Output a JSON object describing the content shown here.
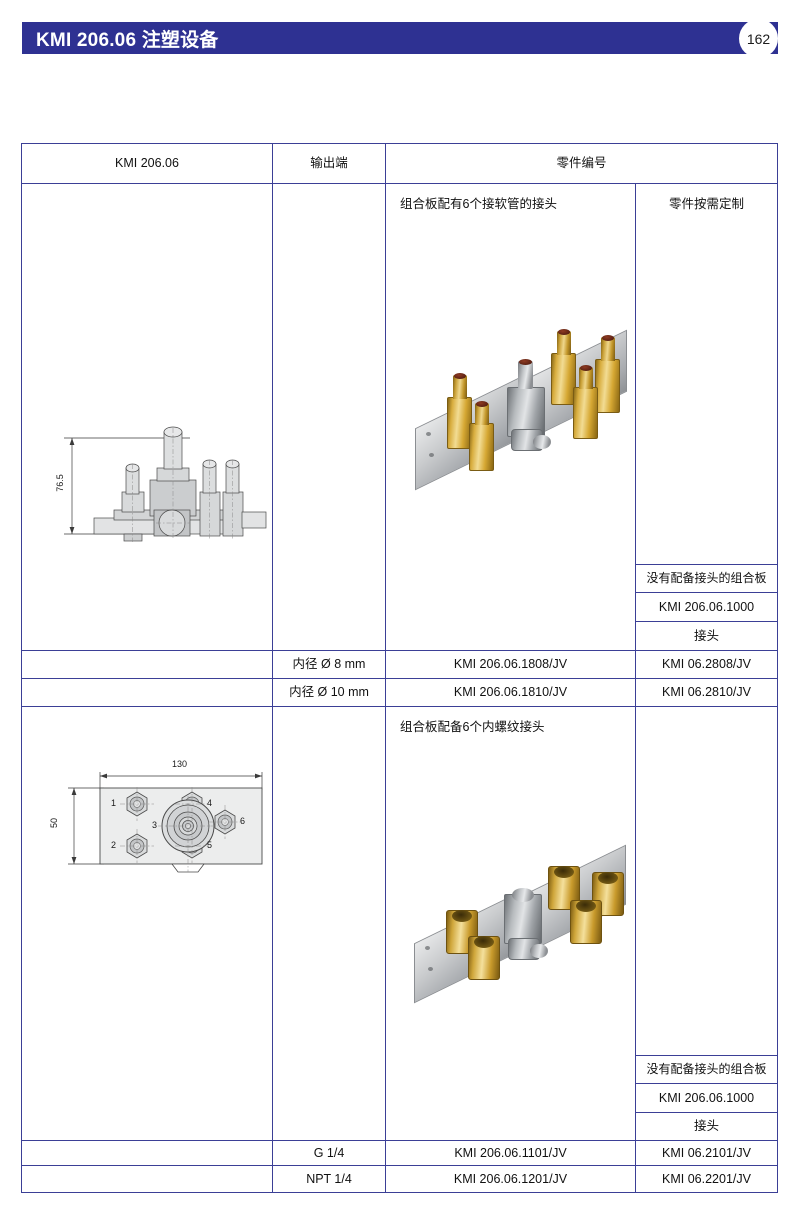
{
  "header": {
    "title": "KMI 206.06 注塑设备",
    "page_number": "162",
    "accent_color": "#2e3192"
  },
  "table": {
    "border_color": "#3b3f96",
    "header_row": {
      "col1": "KMI 206.06",
      "col2": "输出端",
      "col3": "零件编号"
    },
    "section1": {
      "description": "组合板配有6个接软管的接头",
      "custom_note": "零件按需定制",
      "plate_no_fittings_label": "没有配备接头的组合板",
      "plate_part_number": "KMI 206.06.1000",
      "fitting_label": "接头",
      "rows": [
        {
          "port": "内径 Ø 8 mm",
          "part_number": "KMI 206.06.1808/JV",
          "fitting": "KMI 06.2808/JV"
        },
        {
          "port": "内径 Ø 10 mm",
          "part_number": "KMI 206.06.1810/JV",
          "fitting": "KMI 06.2810/JV"
        }
      ]
    },
    "section2": {
      "description": "组合板配备6个内螺纹接头",
      "plate_no_fittings_label": "没有配备接头的组合板",
      "plate_part_number": "KMI 206.06.1000",
      "fitting_label": "接头",
      "rows": [
        {
          "port": "G 1/4",
          "part_number": "KMI 206.06.1101/JV",
          "fitting": "KMI 06.2101/JV"
        },
        {
          "port": "NPT 1/4",
          "part_number": "KMI 206.06.1201/JV",
          "fitting": "KMI 06.2201/JV"
        }
      ]
    }
  },
  "drawings": {
    "side_view": {
      "height_dimension": "76.5"
    },
    "plan_view": {
      "width_dimension": "130",
      "depth_dimension": "50",
      "port_labels": [
        "1",
        "2",
        "3",
        "4",
        "5",
        "6"
      ]
    }
  }
}
